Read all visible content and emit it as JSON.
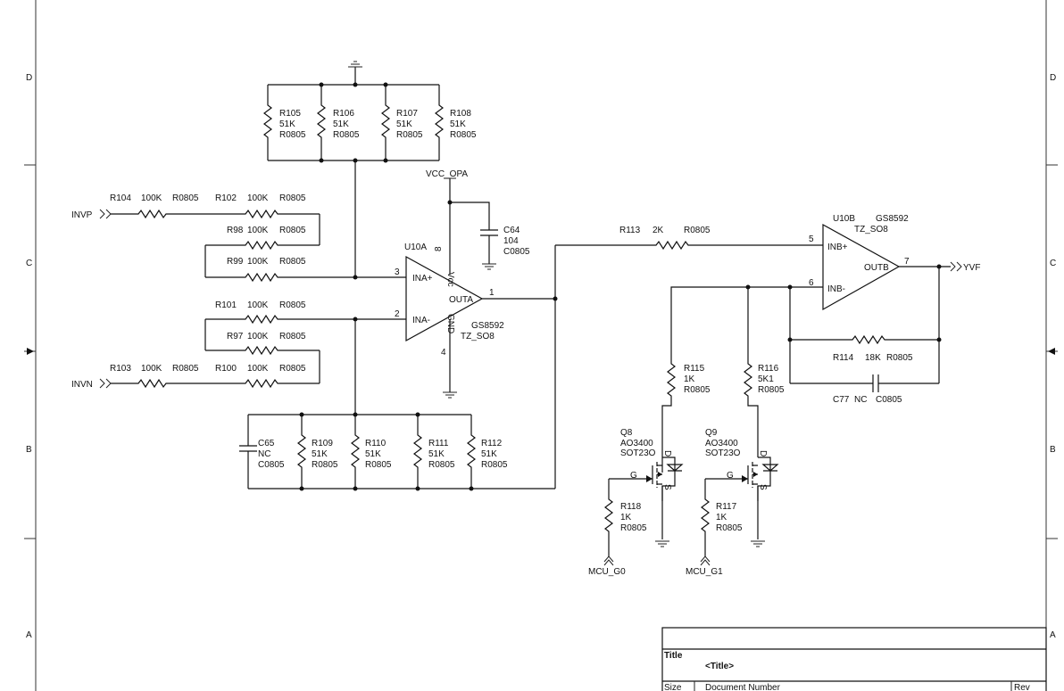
{
  "border": {
    "zone_left": [
      "D",
      "C",
      "B",
      "A"
    ],
    "zone_right": [
      "D",
      "C",
      "B",
      "A"
    ]
  },
  "nets": {
    "invp": "INVP",
    "invn": "INVN",
    "vcc_opa": "VCC_OPA",
    "yvf": "YVF",
    "mcu_g0": "MCU_G0",
    "mcu_g1": "MCU_G1"
  },
  "u10a": {
    "ref": "U10A",
    "pin_plus": "INA+",
    "pin_minus": "INA-",
    "pin_out": "OUTA",
    "pin_vcc": "Vcc",
    "pin_gnd": "GND",
    "part": "GS8592",
    "pkg": "TZ_SO8",
    "n3": "3",
    "n2": "2",
    "n1": "1",
    "n8": "8",
    "n4": "4"
  },
  "u10b": {
    "ref": "U10B",
    "part": "GS8592",
    "pkg": "TZ_SO8",
    "pin_plus": "INB+",
    "pin_minus": "INB-",
    "pin_out": "OUTB",
    "n5": "5",
    "n6": "6",
    "n7": "7"
  },
  "top_bank": [
    {
      "ref": "R105",
      "val": "51K",
      "pkg": "R0805"
    },
    {
      "ref": "R106",
      "val": "51K",
      "pkg": "R0805"
    },
    {
      "ref": "R107",
      "val": "51K",
      "pkg": "R0805"
    },
    {
      "ref": "R108",
      "val": "51K",
      "pkg": "R0805"
    }
  ],
  "bottom_bank": [
    {
      "ref": "R109",
      "val": "51K",
      "pkg": "R0805"
    },
    {
      "ref": "R110",
      "val": "51K",
      "pkg": "R0805"
    },
    {
      "ref": "R111",
      "val": "51K",
      "pkg": "R0805"
    },
    {
      "ref": "R112",
      "val": "51K",
      "pkg": "R0805"
    }
  ],
  "c65": {
    "ref": "C65",
    "val": "NC",
    "pkg": "C0805"
  },
  "c64": {
    "ref": "C64",
    "val": "104",
    "pkg": "C0805"
  },
  "r104": {
    "ref": "R104",
    "val": "100K",
    "pkg": "R0805"
  },
  "r102": {
    "ref": "R102",
    "val": "100K",
    "pkg": "R0805"
  },
  "r98": {
    "ref": "R98",
    "val": "100K",
    "pkg": "R0805"
  },
  "r99": {
    "ref": "R99",
    "val": "100K",
    "pkg": "R0805"
  },
  "r101": {
    "ref": "R101",
    "val": "100K",
    "pkg": "R0805"
  },
  "r97": {
    "ref": "R97",
    "val": "100K",
    "pkg": "R0805"
  },
  "r103": {
    "ref": "R103",
    "val": "100K",
    "pkg": "R0805"
  },
  "r100": {
    "ref": "R100",
    "val": "100K",
    "pkg": "R0805"
  },
  "r113": {
    "ref": "R113",
    "val": "2K",
    "pkg": "R0805"
  },
  "r114": {
    "ref": "R114",
    "val": "18K",
    "pkg": "R0805"
  },
  "c77": {
    "ref": "C77",
    "val": "NC",
    "pkg": "C0805"
  },
  "r115": {
    "ref": "R115",
    "val": "1K",
    "pkg": "R0805"
  },
  "r116": {
    "ref": "R116",
    "val": "5K1",
    "pkg": "R0805"
  },
  "r118": {
    "ref": "R118",
    "val": "1K",
    "pkg": "R0805"
  },
  "r117": {
    "ref": "R117",
    "val": "1K",
    "pkg": "R0805"
  },
  "q8": {
    "ref": "Q8",
    "part": "AO3400",
    "pkg": "SOT23O",
    "g": "G",
    "d": "D",
    "s": "S"
  },
  "q9": {
    "ref": "Q9",
    "part": "AO3400",
    "pkg": "SOT23O",
    "g": "G",
    "d": "D",
    "s": "S"
  },
  "title_block": {
    "title_label": "Title",
    "title_value": "<Title>",
    "size_label": "Size",
    "docnum_label": "Document Number",
    "rev_label": "Rev"
  }
}
